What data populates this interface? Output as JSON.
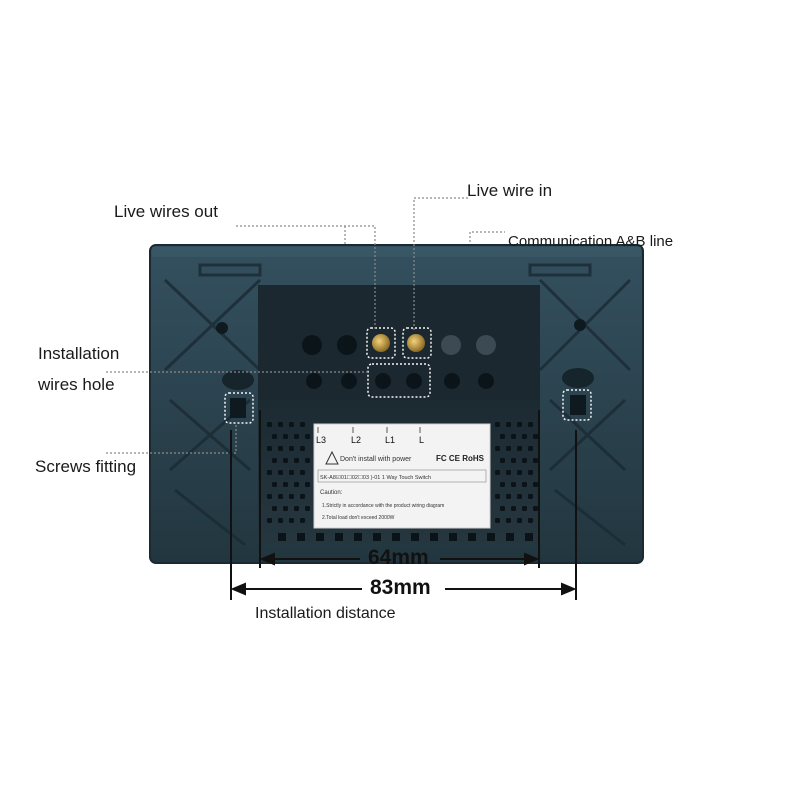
{
  "callouts": {
    "live_wires_out": "Live wires out",
    "live_wire_in": "Live wire in",
    "communication": "Communication A&B line",
    "installation_1": "Installation",
    "installation_2": "wires hole",
    "screws_fitting": "Screws fitting",
    "installation_distance": "Installation distance"
  },
  "dimensions": {
    "inner": "64mm",
    "outer": "83mm"
  },
  "terminals": [
    "L3",
    "L2",
    "L1",
    "L"
  ],
  "module_label": {
    "warning": "Don't install with power",
    "marks": "FC CE RoHS",
    "model": "SK-A8☑01☐02☐03 )-01  1 Way Touch Switch",
    "caution": "Caution:",
    "line1": "1.Strictly in accordance with the product wiring diagram",
    "line2": "2.Total load don't exceed 2000W"
  },
  "colors": {
    "panel": "#2b4250",
    "panel_dark": "#1d2e38",
    "module": "#1f2d36",
    "terminal_gold": "#c9a046",
    "label_bg": "#f3f3f3"
  }
}
